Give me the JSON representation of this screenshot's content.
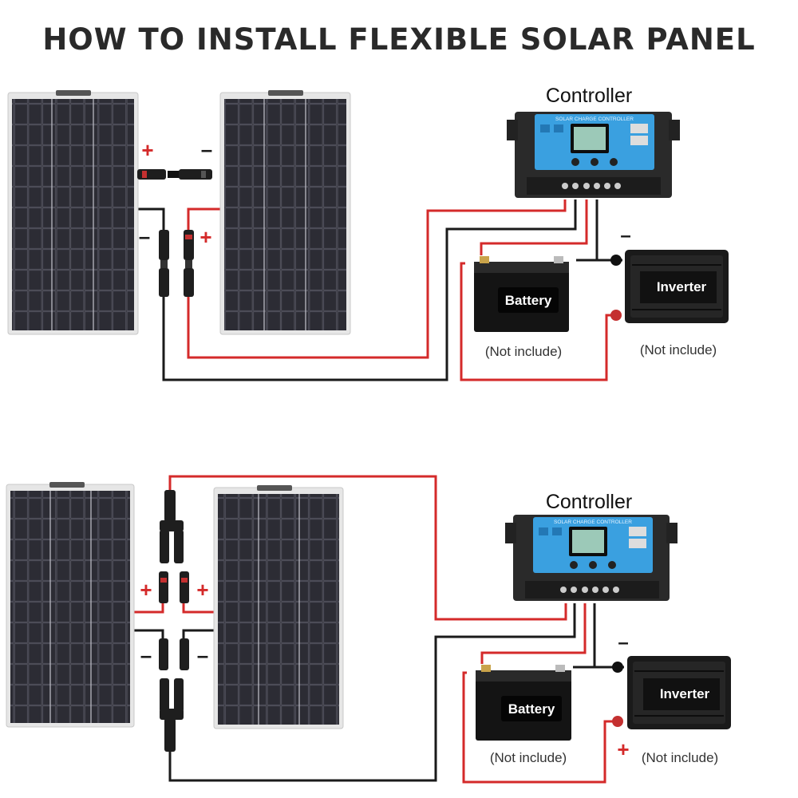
{
  "title": "HOW TO INSTALL FLEXIBLE SOLAR PANEL",
  "colors": {
    "positive_wire": "#d42a2a",
    "negative_wire": "#1a1a1a",
    "panel_cell": "#2c2c34",
    "panel_frame": "#e6e6e6",
    "controller_face": "#3aa0e0",
    "controller_body": "#2a2a2a"
  },
  "diagrams": [
    {
      "name": "series",
      "controller_label": "Controller",
      "controller_face_text": "SOLAR CHARGE CONTROLLER",
      "battery_label": "Battery",
      "battery_note": "(Not include)",
      "inverter_label": "Inverter",
      "inverter_note": "(Not include)",
      "plus": "+",
      "minus": "–"
    },
    {
      "name": "parallel",
      "controller_label": "Controller",
      "controller_face_text": "SOLAR CHARGE CONTROLLER",
      "battery_label": "Battery",
      "battery_note": "(Not include)",
      "inverter_label": "Inverter",
      "inverter_note": "(Not include)",
      "plus": "+",
      "minus": "–"
    }
  ]
}
